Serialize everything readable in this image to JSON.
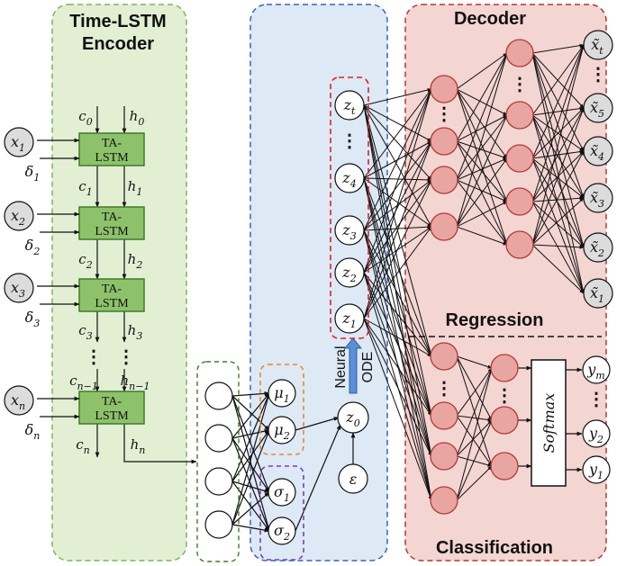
{
  "sections": {
    "encoder_title": [
      "Time-LSTM",
      "Encoder"
    ],
    "decoder_title": "Decoder",
    "regression_label": "Regression",
    "classification_label": "Classification",
    "ode_label": [
      "Neural",
      "ODE"
    ]
  },
  "encoder": {
    "cell_label": [
      "TA-",
      "LSTM"
    ],
    "inputs": [
      {
        "base": "x",
        "sub": "1",
        "delta_sub": "1"
      },
      {
        "base": "x",
        "sub": "2",
        "delta_sub": "2"
      },
      {
        "base": "x",
        "sub": "3",
        "delta_sub": "3"
      },
      {
        "base": "x",
        "sub": "n",
        "delta_sub": "n"
      }
    ],
    "state_labels": {
      "c": [
        "0",
        "1",
        "2",
        "3",
        "n−1",
        "n"
      ],
      "h": [
        "0",
        "1",
        "2",
        "3",
        "n−1",
        "n"
      ]
    },
    "dots": "⋮"
  },
  "latent": {
    "mu": [
      "1",
      "2"
    ],
    "sigma": [
      "1",
      "2"
    ],
    "z0": "0",
    "epsilon": "ε",
    "z_subs": [
      "t",
      "⋮",
      "4",
      "3",
      "2",
      "1"
    ]
  },
  "decoder_outputs": [
    "t",
    "5",
    "4",
    "3",
    "2",
    "1"
  ],
  "classification_outputs": [
    "m",
    "⋮",
    "2",
    "1"
  ],
  "softmax_label": "Softmax",
  "colors": {
    "encoder_bg": "#e3efd3",
    "encoder_border": "#7ab55c",
    "latent_bg": "#dde9f5",
    "latent_border": "#3a63b8",
    "decoder_bg": "#f3d5d2",
    "decoder_border": "#b03a34",
    "neuron_fill": "#e9a5a2",
    "neuron_stroke": "#b03a34",
    "lstm_fill": "#8dc26b",
    "lstm_stroke": "#3e7a2a",
    "input_fill": "#dcdcdc",
    "mu_box": "#e8882e",
    "sigma_box": "#7d3fb5",
    "z_box": "#e02020",
    "ode_arrow": "#5b8fd6"
  }
}
